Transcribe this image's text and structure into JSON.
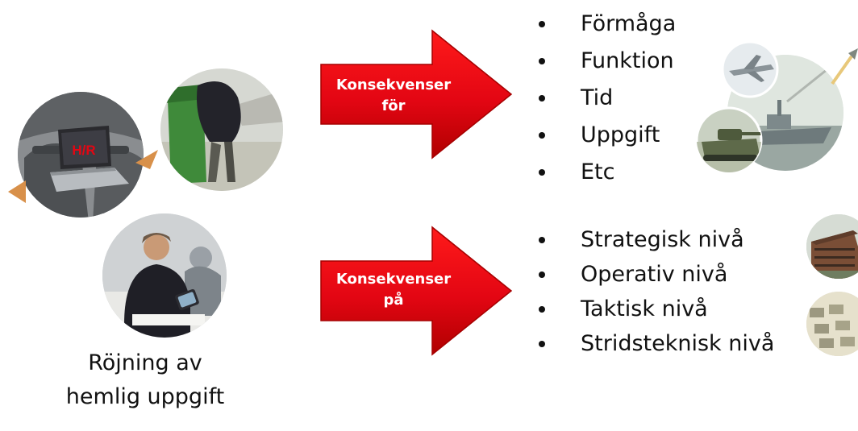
{
  "caption": {
    "line1": "Röjning av",
    "line2": "hemlig uppgift"
  },
  "arrows": [
    {
      "line1": "Konsekvenser",
      "line2": "för"
    },
    {
      "line1": "Konsekvenser",
      "line2": "på"
    }
  ],
  "list_top": [
    "Förmåga",
    "Funktion",
    "Tid",
    "Uppgift",
    "Etc"
  ],
  "list_bottom": [
    "Strategisk nivå",
    "Operativ nivå",
    "Taktisk nivå",
    "Stridsteknisk nivå"
  ],
  "laptop_label": "H/R",
  "colors": {
    "arrow_red": "#e30613",
    "arrow_dark": "#9b0000",
    "arrow_orange": "#d8904a"
  }
}
